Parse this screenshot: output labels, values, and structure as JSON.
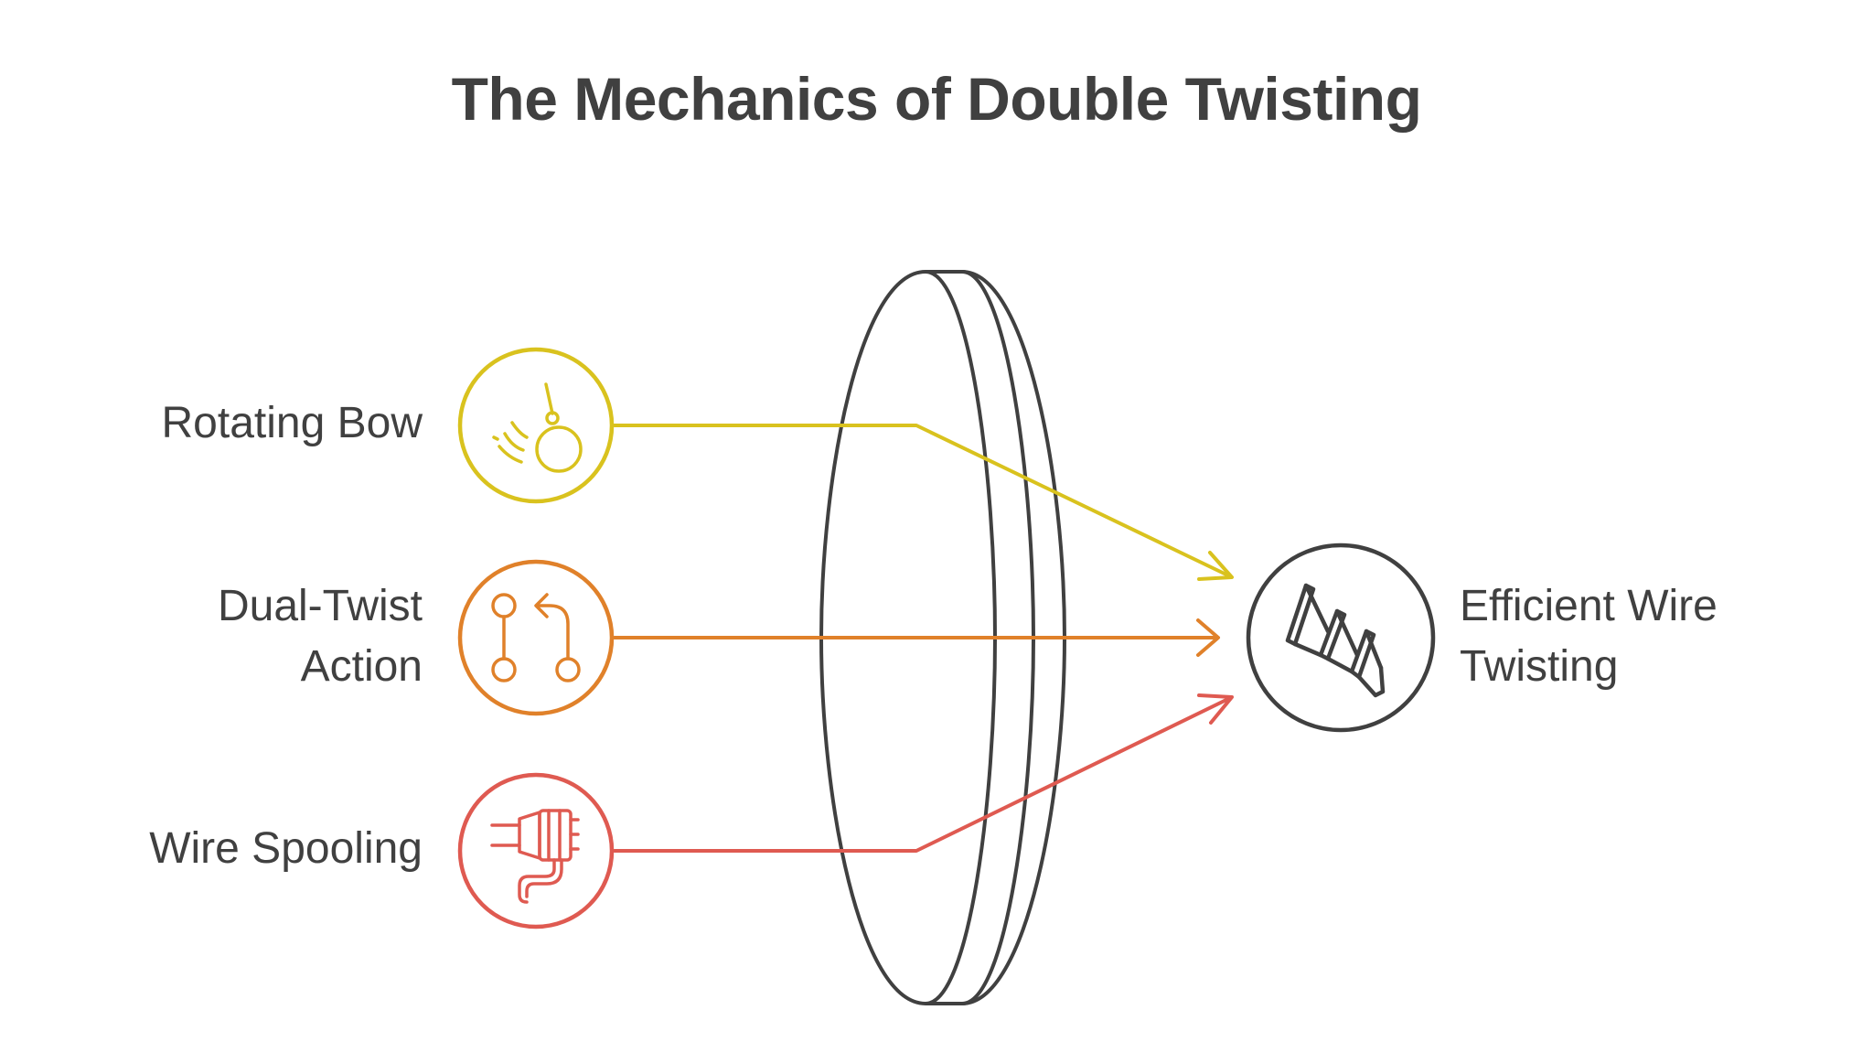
{
  "title": "The Mechanics of Double Twisting",
  "inputs": [
    {
      "id": "rotating-bow",
      "label_lines": [
        "Rotating Bow"
      ],
      "color": "#D9C21E",
      "icon": "wrecking-ball-icon"
    },
    {
      "id": "dual-twist-action",
      "label_lines": [
        "Dual-Twist",
        "Action"
      ],
      "color": "#E0812A",
      "icon": "git-compare-icon"
    },
    {
      "id": "wire-spooling",
      "label_lines": [
        "Wire Spooling"
      ],
      "color": "#DF5A51",
      "icon": "cable-plug-icon"
    }
  ],
  "output": {
    "id": "efficient-wire-twisting",
    "label_lines": [
      "Efficient Wire",
      "Twisting"
    ],
    "color": "#404040",
    "icon": "twisted-wire-icon"
  },
  "lens": {
    "stroke": "#404040"
  }
}
